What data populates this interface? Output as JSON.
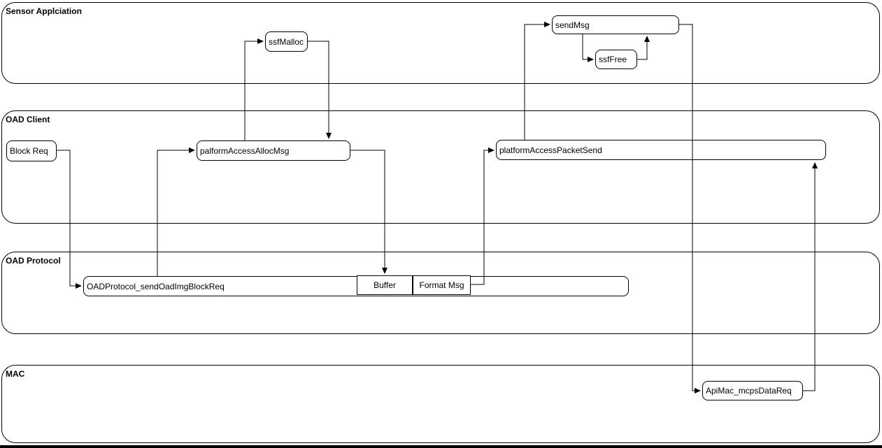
{
  "colors": {
    "background": "#ffffff",
    "line": "#000000",
    "text": "#000000",
    "bottom_bar": "#000000"
  },
  "containers": [
    {
      "label": "Sensor Applciation"
    },
    {
      "label": "OAD Client"
    },
    {
      "label": "OAD Protocol"
    },
    {
      "label": "MAC"
    }
  ],
  "nodes": [
    {
      "label": "ssfMalloc",
      "container": "Sensor Applciation"
    },
    {
      "label": "sendMsg",
      "container": "Sensor Applciation"
    },
    {
      "label": "ssfFree",
      "container": "Sensor Applciation"
    },
    {
      "label": "Block Req",
      "container": "OAD Client"
    },
    {
      "label": "palformAccessAllocMsg",
      "container": "OAD Client"
    },
    {
      "label": "platformAccessPacketSend",
      "container": "OAD Client"
    },
    {
      "label": "OADProtocol_sendOadImgBlockReq",
      "container": "OAD Protocol"
    },
    {
      "label": "Buffer",
      "container": "OAD Protocol"
    },
    {
      "label": "Format Msg",
      "container": "OAD Protocol"
    },
    {
      "label": "ApiMac_mcpsDataReq",
      "container": "MAC"
    }
  ],
  "edges": [
    {
      "from": "OADProtocol_sendOadImgBlockReq",
      "to": "palformAccessAllocMsg"
    },
    {
      "from": "palformAccessAllocMsg",
      "to": "ssfMalloc"
    },
    {
      "from": "ssfMalloc",
      "to": "palformAccessAllocMsg"
    },
    {
      "from": "palformAccessAllocMsg",
      "to": "Buffer"
    },
    {
      "from": "Block Req",
      "to": "OADProtocol_sendOadImgBlockReq"
    },
    {
      "from": "Format Msg",
      "to": "platformAccessPacketSend"
    },
    {
      "from": "platformAccessPacketSend",
      "to": "sendMsg"
    },
    {
      "from": "sendMsg",
      "to": "ssfFree"
    },
    {
      "from": "ssfFree",
      "to": "sendMsg"
    },
    {
      "from": "sendMsg",
      "to": "ApiMac_mcpsDataReq"
    },
    {
      "from": "ApiMac_mcpsDataReq",
      "to": "platformAccessPacketSend"
    }
  ]
}
